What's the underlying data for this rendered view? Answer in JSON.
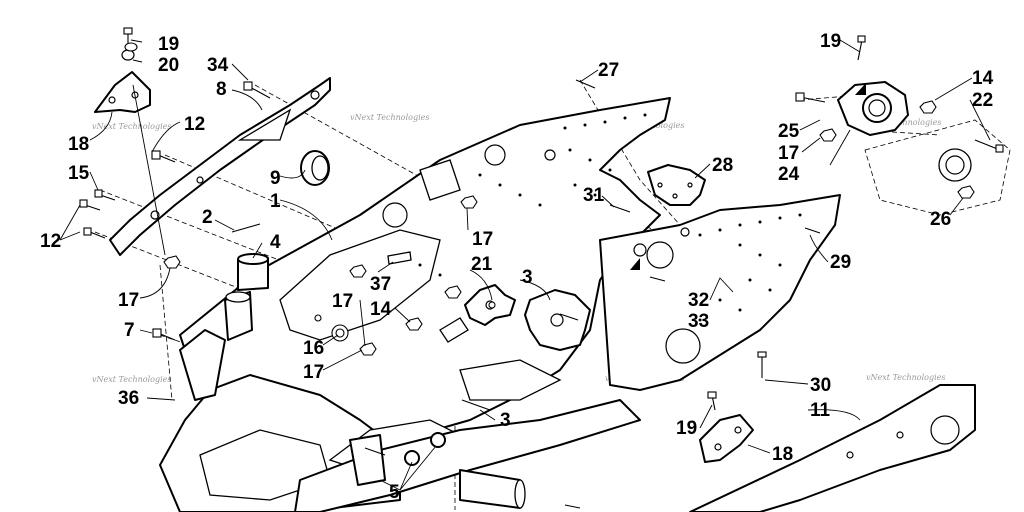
{
  "watermark": "vNext Technologies",
  "callouts": [
    {
      "id": "c19a",
      "label": "19"
    },
    {
      "id": "c20",
      "label": "20"
    },
    {
      "id": "c34",
      "label": "34"
    },
    {
      "id": "c8",
      "label": "8"
    },
    {
      "id": "c18a",
      "label": "18"
    },
    {
      "id": "c12a",
      "label": "12"
    },
    {
      "id": "c15",
      "label": "15"
    },
    {
      "id": "c12b",
      "label": "12"
    },
    {
      "id": "c9",
      "label": "9"
    },
    {
      "id": "c1",
      "label": "1"
    },
    {
      "id": "c2",
      "label": "2"
    },
    {
      "id": "c4",
      "label": "4"
    },
    {
      "id": "c17a",
      "label": "17"
    },
    {
      "id": "c7",
      "label": "7"
    },
    {
      "id": "c36",
      "label": "36"
    },
    {
      "id": "c27",
      "label": "27"
    },
    {
      "id": "c17b",
      "label": "17"
    },
    {
      "id": "c21",
      "label": "21"
    },
    {
      "id": "c3a",
      "label": "3"
    },
    {
      "id": "c37",
      "label": "37"
    },
    {
      "id": "c17c",
      "label": "17"
    },
    {
      "id": "c14a",
      "label": "14"
    },
    {
      "id": "c16",
      "label": "16"
    },
    {
      "id": "c17d",
      "label": "17"
    },
    {
      "id": "c3b",
      "label": "3"
    },
    {
      "id": "c5",
      "label": "5"
    },
    {
      "id": "c28",
      "label": "28"
    },
    {
      "id": "c31",
      "label": "31"
    },
    {
      "id": "c32",
      "label": "32"
    },
    {
      "id": "c33",
      "label": "33"
    },
    {
      "id": "c29",
      "label": "29"
    },
    {
      "id": "c19b",
      "label": "19"
    },
    {
      "id": "c25",
      "label": "25"
    },
    {
      "id": "c17e",
      "label": "17"
    },
    {
      "id": "c24",
      "label": "24"
    },
    {
      "id": "c14b",
      "label": "14"
    },
    {
      "id": "c22",
      "label": "22"
    },
    {
      "id": "c26",
      "label": "26"
    },
    {
      "id": "c30",
      "label": "30"
    },
    {
      "id": "c11",
      "label": "11"
    },
    {
      "id": "c19c",
      "label": "19"
    },
    {
      "id": "c18b",
      "label": "18"
    }
  ]
}
